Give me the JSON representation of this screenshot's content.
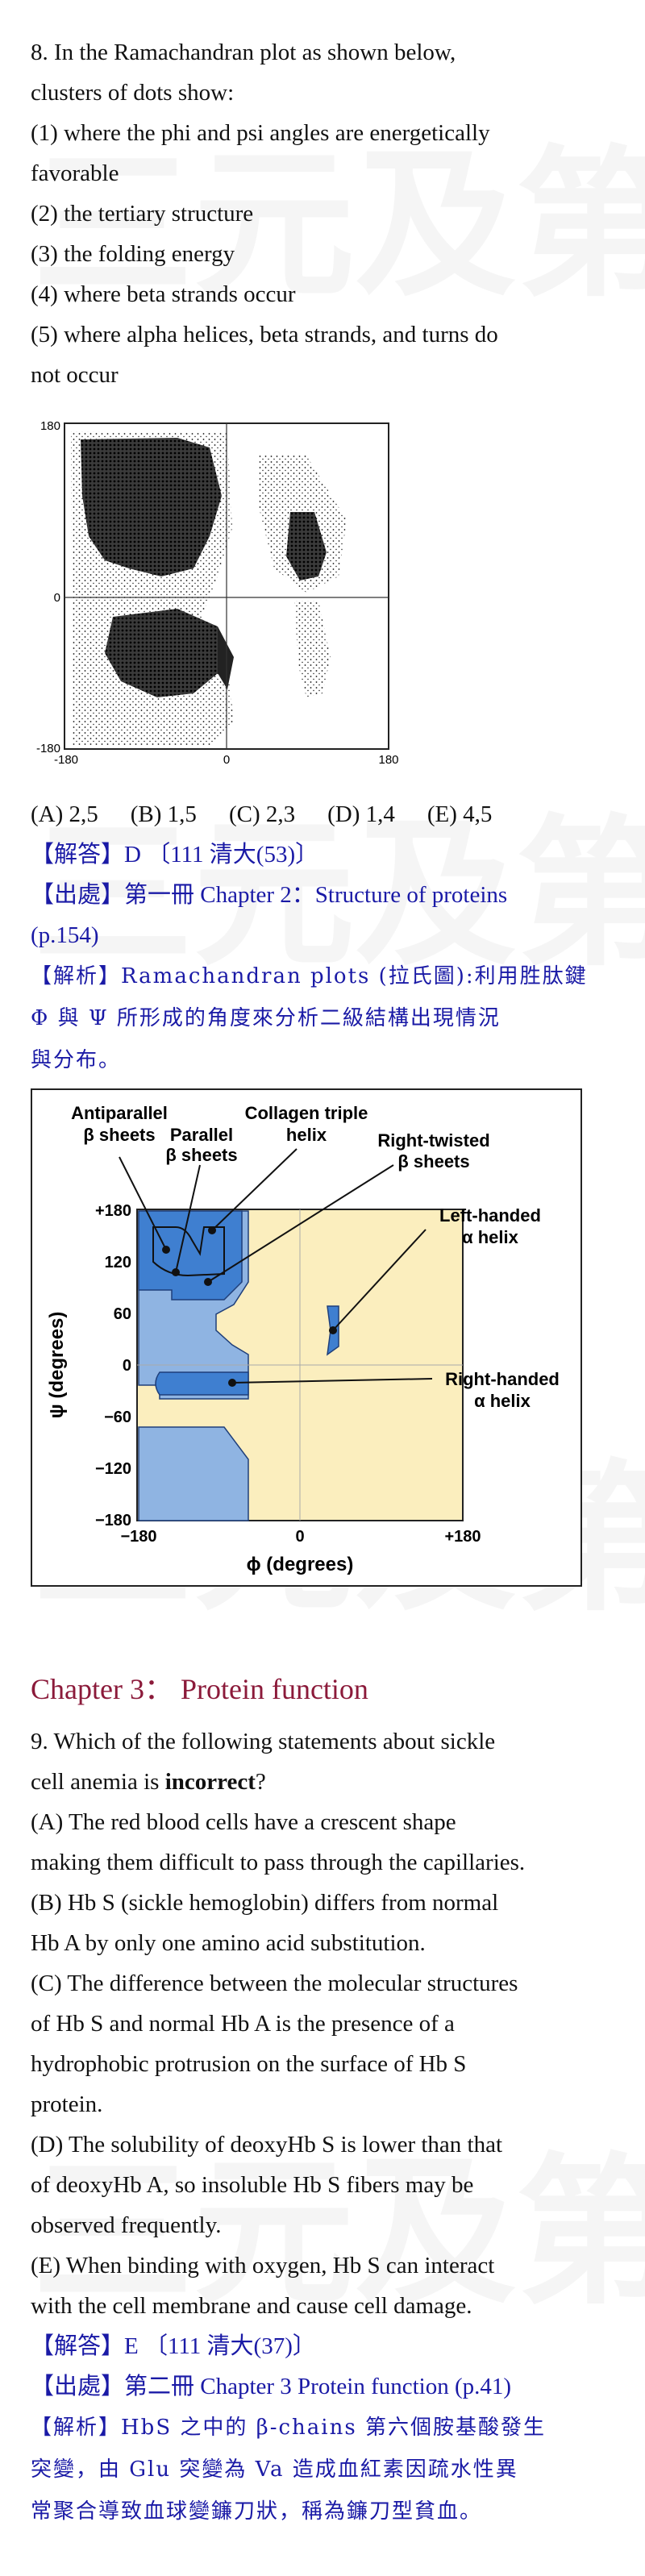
{
  "watermark": [
    "三",
    "元",
    "及",
    "第"
  ],
  "q8": {
    "lines": [
      "8. In the Ramachandran plot as shown below,",
      "clusters of dots show:",
      "(1) where the phi and psi angles are energetically",
      "favorable",
      "(2) the tertiary structure",
      "(3) the folding energy",
      "(4) where beta strands occur",
      "(5) where alpha helices, beta strands, and turns do",
      "not occur"
    ],
    "plot_ticks": {
      "y_top": "180",
      "y_mid": "0",
      "y_bot": "-180",
      "x_left": "-180",
      "x_mid": "0",
      "x_right": "180"
    },
    "options": [
      "(A) 2,5",
      "(B) 1,5",
      "(C) 2,3",
      "(D) 1,4",
      "(E) 4,5"
    ],
    "answer": "【解答】D 〔111 清大(53)〕",
    "source_1": "【出處】第一冊 Chapter 2：Structure of proteins",
    "source_2": "(p.154)",
    "expl_1": "【解析】Ramachandran plots (拉氏圖):利用胜肽鍵",
    "expl_2": "Φ 與 Ψ 所形成的角度來分析二級結構出現情況",
    "expl_3": "與分布。"
  },
  "diagram": {
    "labels": {
      "antiparallel_1": "Antiparallel",
      "antiparallel_2": "β sheets",
      "parallel_1": "Parallel",
      "parallel_2": "β sheets",
      "collagen_1": "Collagen triple",
      "collagen_2": "helix",
      "right_twisted_1": "Right-twisted",
      "right_twisted_2": "β sheets",
      "left_handed_1": "Left-handed",
      "left_handed_2": "α helix",
      "right_handed_1": "Right-handed",
      "right_handed_2": "α helix"
    },
    "y_ticks": [
      "+180",
      "120",
      "60",
      "0",
      "−60",
      "−120",
      "−180"
    ],
    "x_ticks": [
      "−180",
      "0",
      "+180"
    ],
    "y_axis_label": "ψ (degrees)",
    "x_axis_label": "ϕ (degrees)",
    "colors": {
      "background": "#fbeebe",
      "allowed": "#8fb4e2",
      "core": "#3f7fd0",
      "dark": "#1f5aa8"
    }
  },
  "chapter3": {
    "title": "Chapter 3： Protein function"
  },
  "q9": {
    "lines": [
      "9. Which of the following statements about sickle",
      "cell anemia is |incorrect|?",
      "(A) The red blood cells have a crescent shape",
      "making them difficult to pass through the capillaries.",
      "(B) Hb S (sickle hemoglobin) differs from normal",
      "Hb A by only one amino acid substitution.",
      "(C) The difference between the molecular structures",
      "of Hb S and normal Hb A is the presence of a",
      "hydrophobic protrusion on the surface of Hb S",
      "protein.",
      "(D) The solubility of deoxyHb S is lower than that",
      "of deoxyHb A, so insoluble Hb S fibers may be",
      "observed frequently.",
      "(E) When binding with oxygen, Hb S can interact",
      "with the cell membrane and cause cell damage."
    ],
    "q9_line2_a": "cell anemia is ",
    "q9_line2_b": "incorrect",
    "q9_line2_c": "?",
    "answer": "【解答】E 〔111 清大(37)〕",
    "source": "【出處】第二冊 Chapter 3 Protein function (p.41)",
    "expl_1": "【解析】HbS 之中的 β-chains 第六個胺基酸發生",
    "expl_2": "突變，由 Glu 突變為 Va 造成血紅素因疏水性異",
    "expl_3": "常聚合導致血球變鐮刀狀，稱為鐮刀型貧血。"
  }
}
